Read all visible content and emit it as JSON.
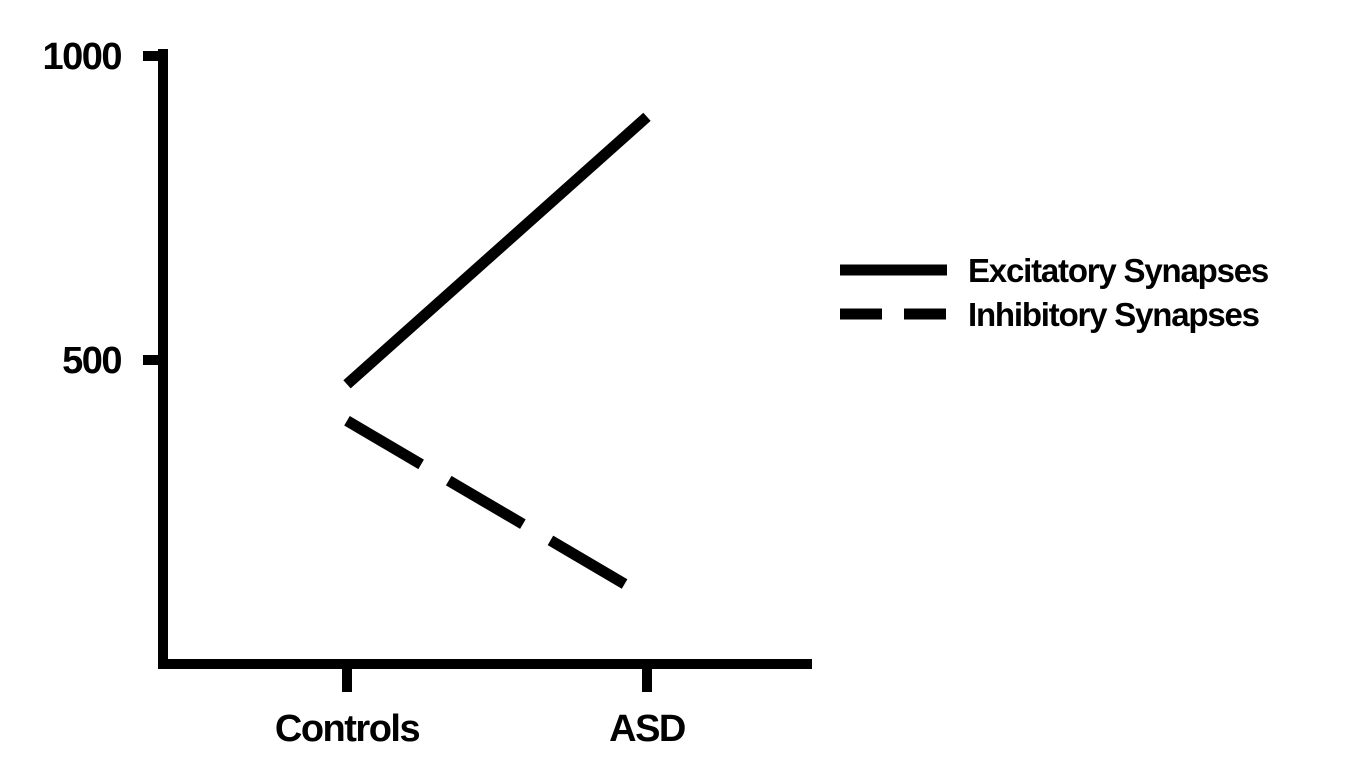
{
  "chart_data": {
    "type": "line",
    "categories": [
      "Controls",
      "ASD"
    ],
    "series": [
      {
        "name": "Excitatory Synapses",
        "values": [
          460,
          900
        ],
        "line_style": "solid",
        "color": "#000000"
      },
      {
        "name": "Inhibitory Synapses",
        "values": [
          400,
          110
        ],
        "line_style": "dashed",
        "color": "#000000"
      }
    ],
    "y_ticks": [
      500,
      1000
    ],
    "y_tick_labels": [
      "500",
      "1000"
    ],
    "ylim": [
      0,
      1000
    ],
    "title": "",
    "xlabel": "",
    "ylabel": "",
    "grid": false,
    "legend_position": "right"
  }
}
